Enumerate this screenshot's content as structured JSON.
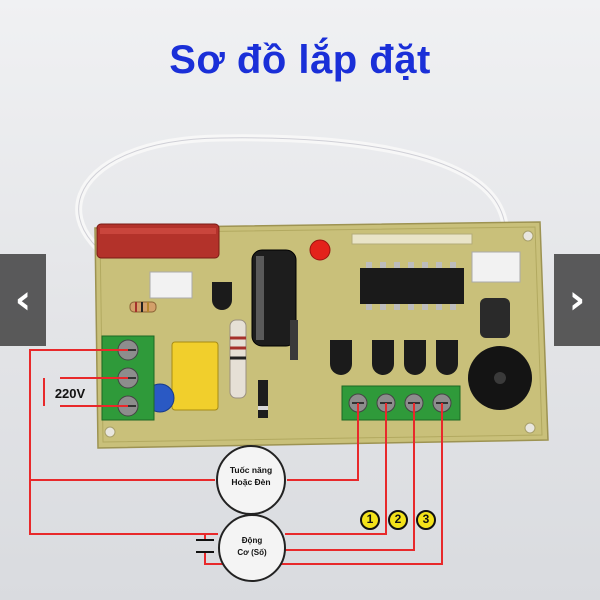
{
  "title": "Sơ đồ lắp đặt",
  "navigation": {
    "prev_symbol": "‹",
    "next_symbol": "›"
  },
  "labels": {
    "voltage": "220V",
    "load_line1": "Tuốc năng",
    "load_line2": "Hoặc Đèn",
    "motor_line1": "Động",
    "motor_line2": "Cơ (Số)"
  },
  "terminals": [
    "1",
    "2",
    "3"
  ],
  "colors": {
    "title": "#1a2fd8",
    "wire": "#e8292b",
    "pcb": "#c9c07a",
    "terminal_block": "#2f9a3a",
    "badge": "#f3e21a"
  },
  "icons": {
    "prev": "chevron-left-icon",
    "next": "chevron-right-icon",
    "capacitor": "capacitor-symbol-icon"
  }
}
